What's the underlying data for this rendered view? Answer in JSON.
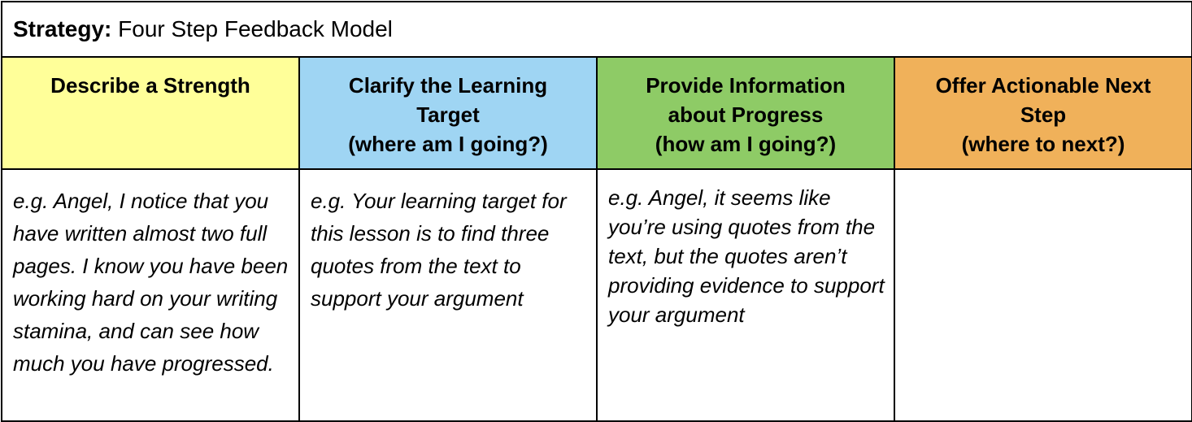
{
  "strategy": {
    "label": "Strategy:",
    "name": " Four Step Feedback Model"
  },
  "columns": [
    {
      "heading_lines": [
        "Describe a Strength"
      ],
      "color": "#FFFF99",
      "example": "e.g. Angel, I notice that you have written almost two full pages. I know you have been working hard on your writing stamina, and can see how much you have progressed."
    },
    {
      "heading_lines": [
        "Clarify the Learning",
        "Target",
        "(where am I going?)"
      ],
      "color": "#9FD5F3",
      "example": "e.g. Your learning target for this lesson is to find three quotes from the text to support your argument"
    },
    {
      "heading_lines": [
        "Provide Information",
        "about Progress",
        "(how am I going?)"
      ],
      "color": "#8ECB66",
      "example": "e.g. Angel, it seems like you’re using quotes from the text, but the quotes aren’t providing evidence to support your argument"
    },
    {
      "heading_lines": [
        "Offer Actionable Next",
        "Step",
        "(where to next?)"
      ],
      "color": "#F0B15A",
      "example": ""
    }
  ]
}
